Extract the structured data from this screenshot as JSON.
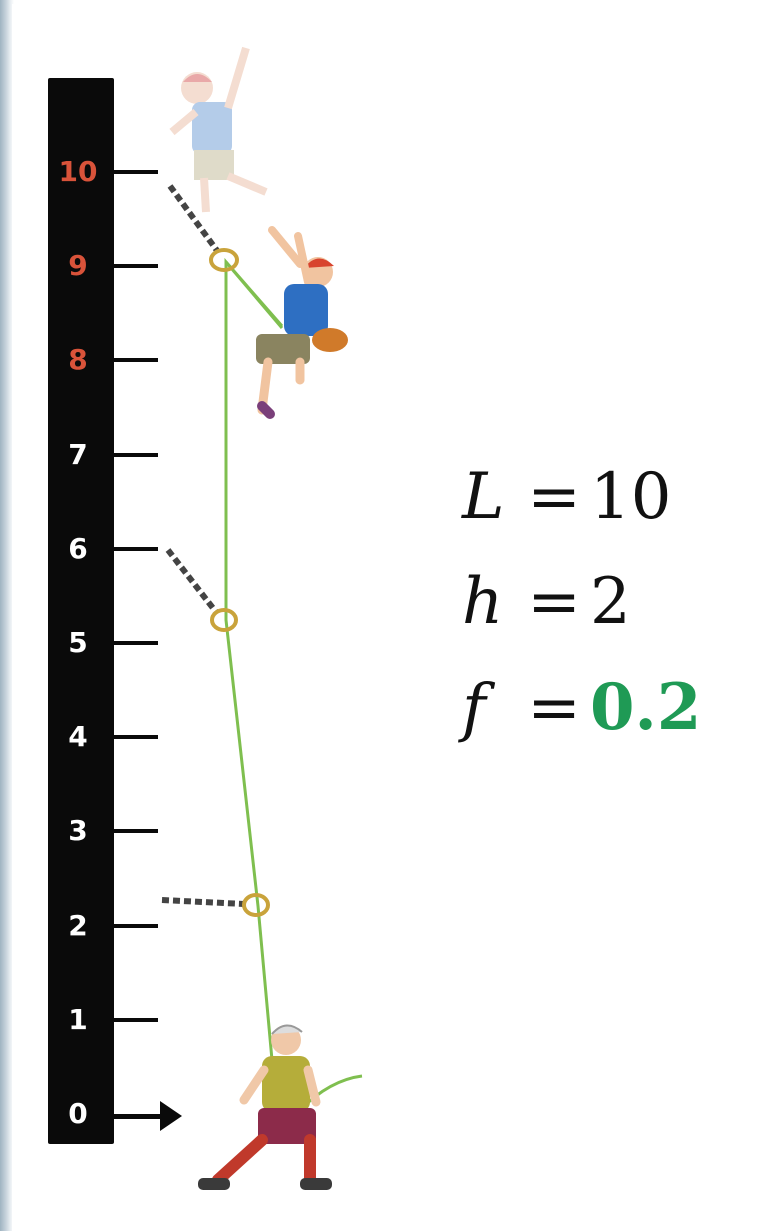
{
  "scale": {
    "ticks": [
      {
        "label": "10",
        "highlight": true
      },
      {
        "label": "9",
        "highlight": true
      },
      {
        "label": "8",
        "highlight": true
      },
      {
        "label": "7",
        "highlight": false
      },
      {
        "label": "6",
        "highlight": false
      },
      {
        "label": "5",
        "highlight": false
      },
      {
        "label": "4",
        "highlight": false
      },
      {
        "label": "3",
        "highlight": false
      },
      {
        "label": "2",
        "highlight": false
      },
      {
        "label": "1",
        "highlight": false
      },
      {
        "label": "0",
        "highlight": false
      }
    ]
  },
  "equations": [
    {
      "var": "L",
      "sign": "=",
      "value": "10",
      "accent": false
    },
    {
      "var": "h",
      "sign": "=",
      "value": "2",
      "accent": false
    },
    {
      "var": "f",
      "sign": "=",
      "value": "0.2",
      "accent": true
    }
  ],
  "colors": {
    "tick_highlight": "#d9533a",
    "tick_default": "#ffffff",
    "rope": "#7fbf4f",
    "accent_value": "#1f9a55"
  },
  "icons": [
    "climber-falling-ghost",
    "climber-falling",
    "belayer",
    "carabiner",
    "quickdraw"
  ]
}
